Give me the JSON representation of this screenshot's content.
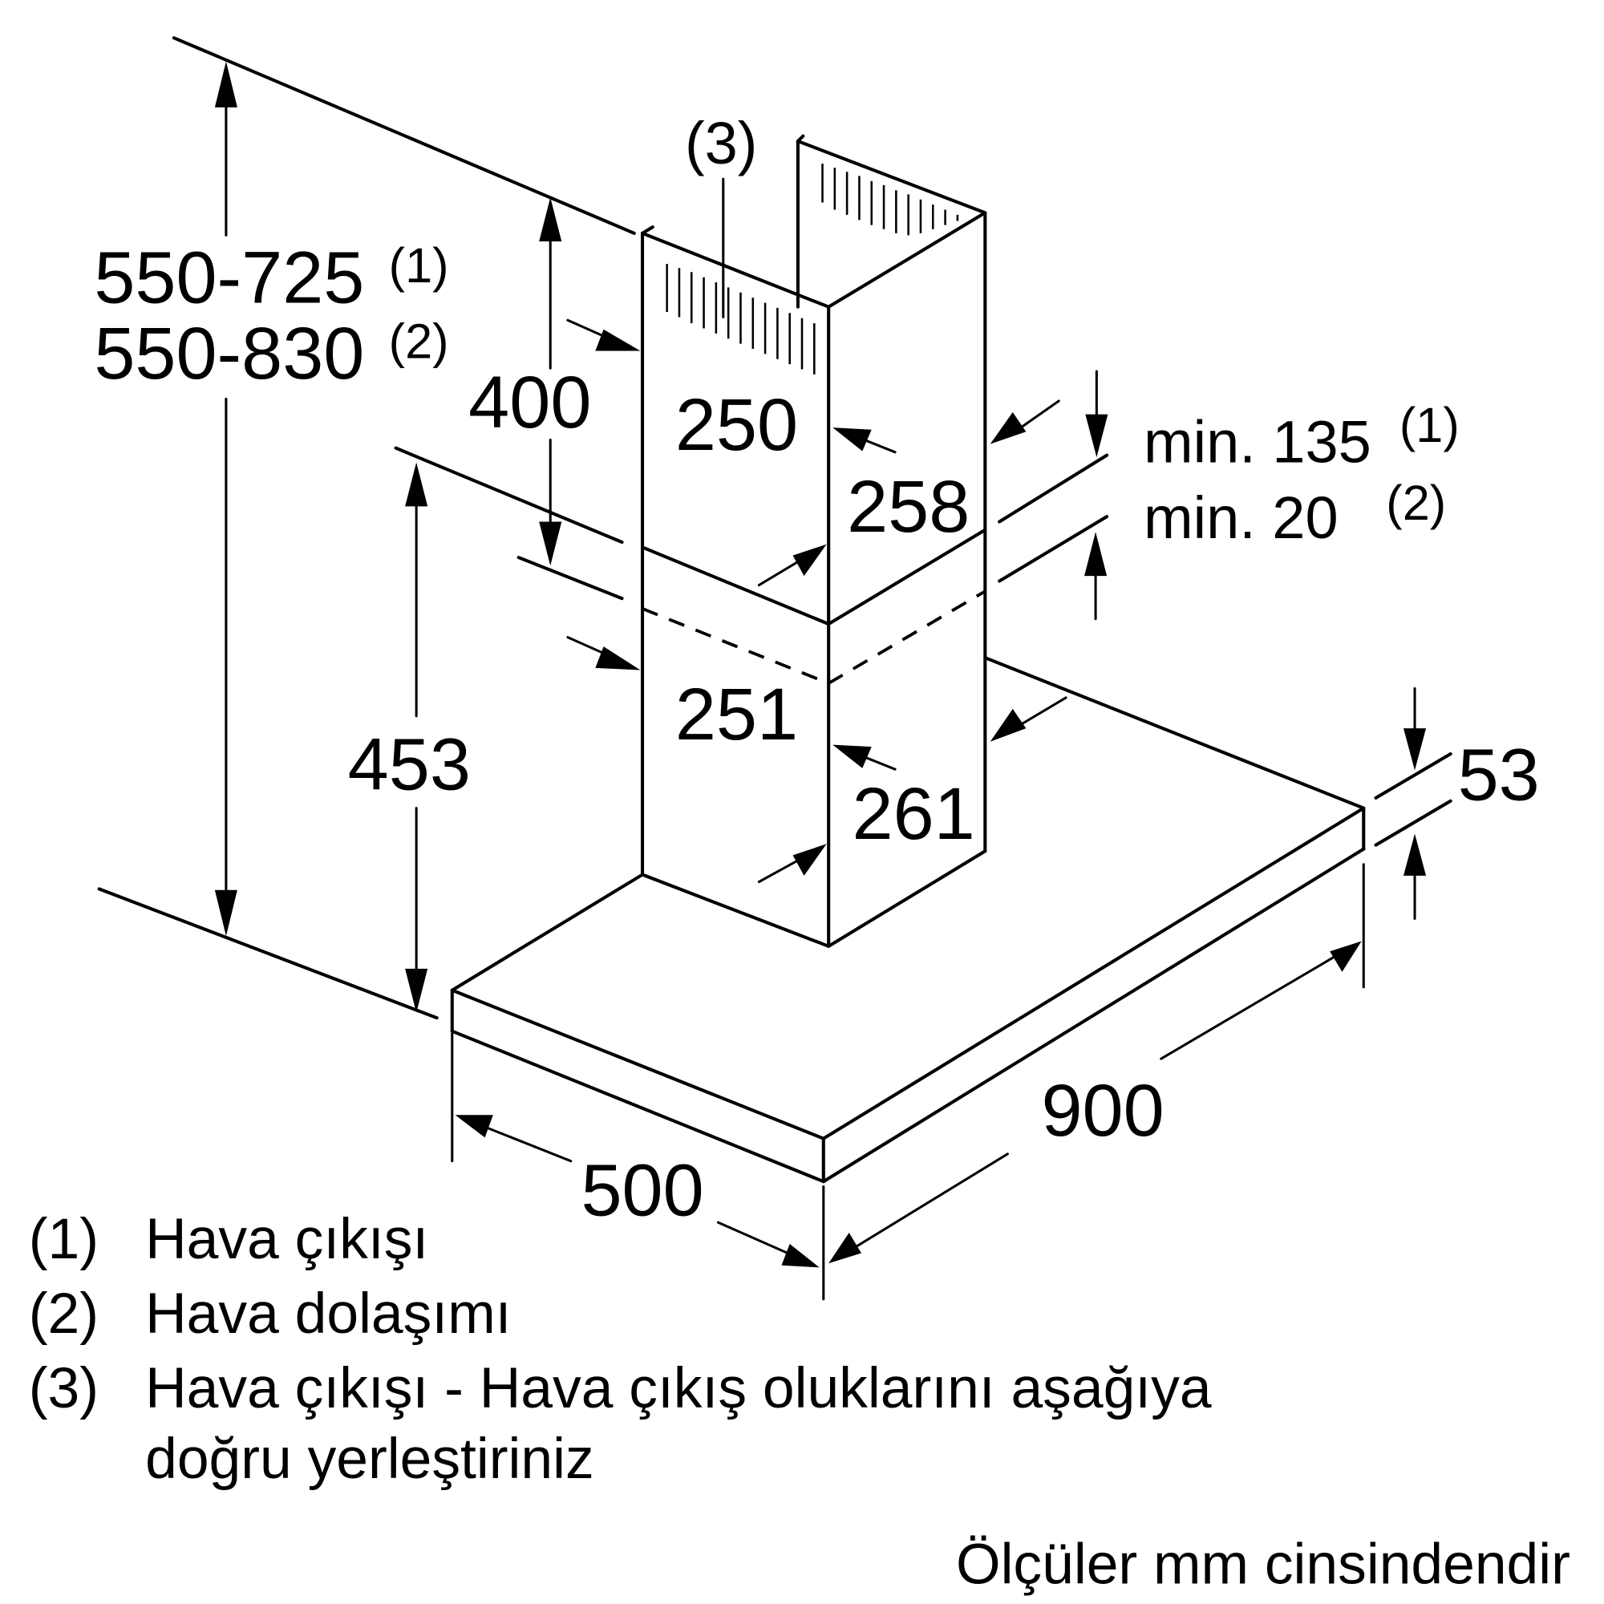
{
  "diagram": {
    "title": "Range hood dimension drawing",
    "callout_3": "(3)",
    "dimensions": {
      "total_height_1": "550-725",
      "total_height_1_note": "(1)",
      "total_height_2": "550-830",
      "total_height_2_note": "(2)",
      "upper_chimney_height": "400",
      "upper_chimney_width": "250",
      "upper_chimney_depth": "258",
      "lower_chimney_width": "251",
      "lower_chimney_depth": "261",
      "lower_height": "453",
      "clearance_1": "min. 135",
      "clearance_1_note": "(1)",
      "clearance_2": "min. 20",
      "clearance_2_note": "(2)",
      "canopy_thickness": "53",
      "canopy_width": "900",
      "canopy_depth": "500"
    },
    "legend": [
      {
        "num": "(1)",
        "text": "Hava çıkışı"
      },
      {
        "num": "(2)",
        "text": "Hava dolaşımı"
      },
      {
        "num": "(3)",
        "text": "Hava çıkışı - Hava çıkış oluklarını aşağıya"
      },
      {
        "num": "",
        "text": "doğru yerleştiriniz"
      }
    ],
    "units_note": "Ölçüler mm cinsindendir"
  }
}
